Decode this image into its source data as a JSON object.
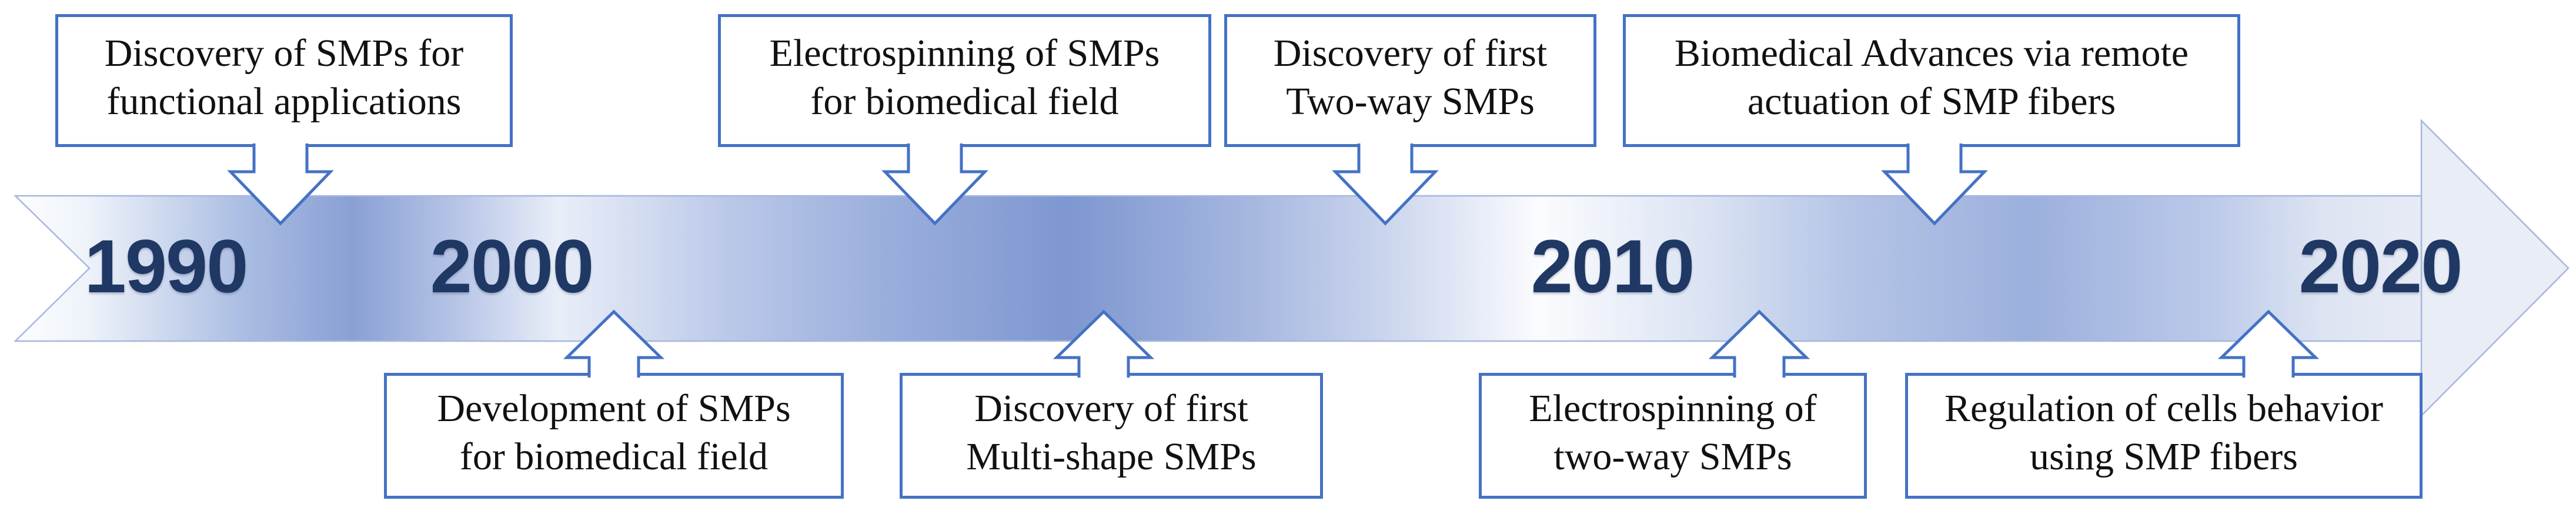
{
  "diagram": {
    "type": "timeline",
    "subject": "Shape Memory Polymers (SMP) milestones 1990-2020",
    "years": [
      {
        "label": "1990"
      },
      {
        "label": "2000"
      },
      {
        "label": "2010"
      },
      {
        "label": "2020"
      }
    ],
    "events_above": [
      {
        "line1": "Discovery of SMPs for",
        "line2": "functional applications",
        "text": "Discovery of SMPs for functional applications"
      },
      {
        "line1": "Electrospinning of SMPs",
        "line2": "for biomedical field",
        "text": "Electrospinning of SMPs for biomedical field"
      },
      {
        "line1": "Discovery of first",
        "line2": "Two-way SMPs",
        "text": "Discovery of first Two-way SMPs"
      },
      {
        "line1": "Biomedical Advances via remote",
        "line2": "actuation of SMP fibers",
        "text": "Biomedical Advances via remote actuation of SMP fibers"
      }
    ],
    "events_below": [
      {
        "line1": "Development of SMPs",
        "line2": "for biomedical field",
        "text": "Development of SMPs for biomedical field"
      },
      {
        "line1": "Discovery of first",
        "line2": "Multi-shape SMPs",
        "text": "Discovery of first Multi-shape SMPs"
      },
      {
        "line1": "Electrospinning of",
        "line2": "two-way SMPs",
        "text": "Electrospinning of two-way SMPs"
      },
      {
        "line1": "Regulation of cells behavior",
        "line2": "using SMP fibers",
        "text": "Regulation of cells behavior using SMP fibers"
      }
    ],
    "theme": {
      "accent_blue": "#4472C4",
      "year_navy": "#1F3864",
      "text_black": "#111111",
      "band_edge": "#A7B8DC",
      "arrowhead_fill": "#E9EDF6",
      "band_gradient": [
        {
          "pct": 0,
          "color": "#FDFDFE"
        },
        {
          "pct": 3,
          "color": "#EEF3FA"
        },
        {
          "pct": 9.6,
          "color": "#A9BCE2"
        },
        {
          "pct": 14,
          "color": "#8AA0D4"
        },
        {
          "pct": 18.4,
          "color": "#B7C5E7"
        },
        {
          "pct": 22.6,
          "color": "#E9EEF8"
        },
        {
          "pct": 29.9,
          "color": "#B9C7E8"
        },
        {
          "pct": 36,
          "color": "#9BAFDC"
        },
        {
          "pct": 43.8,
          "color": "#7E97D1"
        },
        {
          "pct": 50.7,
          "color": "#A2B4DE"
        },
        {
          "pct": 56.3,
          "color": "#C6D1EC"
        },
        {
          "pct": 63.4,
          "color": "#FBFCFE"
        },
        {
          "pct": 70.2,
          "color": "#DBE3F3"
        },
        {
          "pct": 76.3,
          "color": "#B4C4E6"
        },
        {
          "pct": 83.7,
          "color": "#9CB0DD"
        },
        {
          "pct": 91,
          "color": "#BAC8E9"
        },
        {
          "pct": 95.9,
          "color": "#DDE4F2"
        },
        {
          "pct": 100,
          "color": "#E7EBF5"
        }
      ]
    }
  }
}
